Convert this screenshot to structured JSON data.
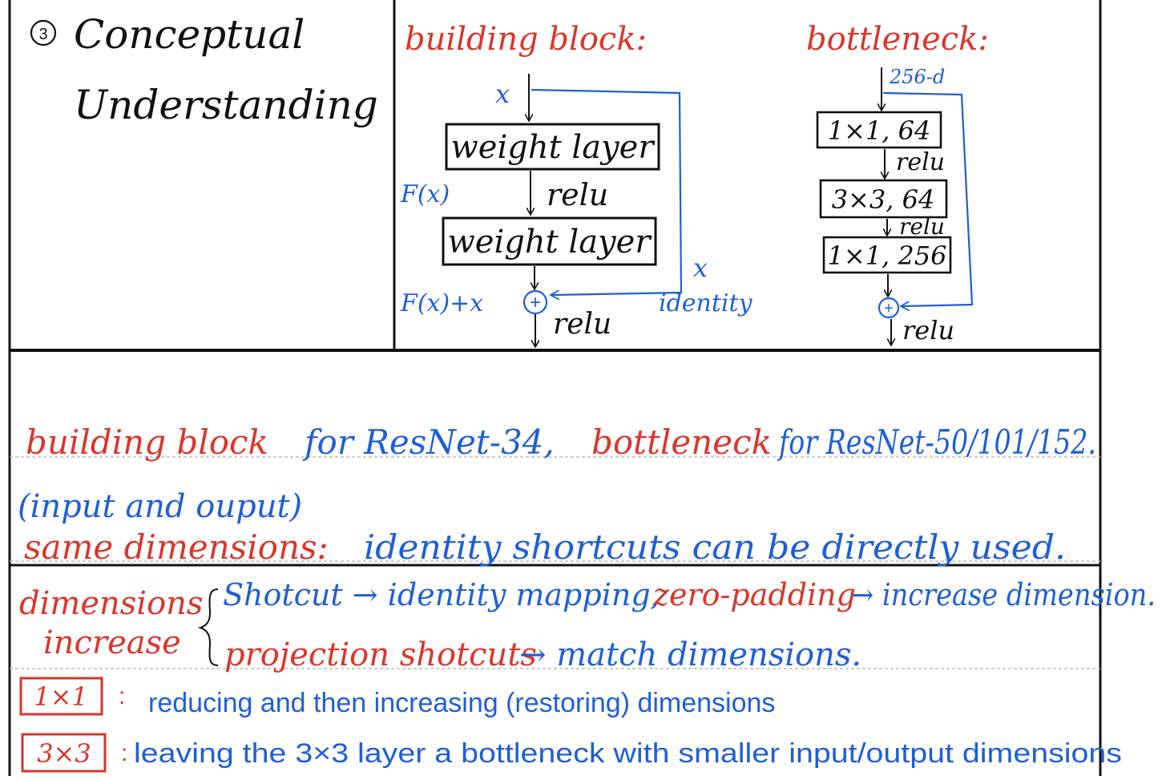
{
  "colors": {
    "ink": "#111111",
    "red": "#d9362b",
    "blue": "#1f5fd6",
    "rule": "#bbbbbb"
  },
  "header": {
    "number": "3",
    "title_line1": "Conceptual",
    "title_line2": "Understanding"
  },
  "building_block": {
    "title": "building block:",
    "input": "x",
    "layer1": "weight layer",
    "relu_mid": "relu",
    "layer2": "weight layer",
    "fx": "F(x)",
    "fx_plus_x": "F(x)+x",
    "shortcut_x": "x",
    "identity": "identity",
    "plus": "+",
    "relu_out": "relu"
  },
  "bottleneck": {
    "title": "bottleneck:",
    "input_dim": "256-d",
    "layer1": "1×1, 64",
    "relu1": "relu",
    "layer2": "3×3, 64",
    "relu2": "relu",
    "layer3": "1×1, 256",
    "plus": "+",
    "relu_out": "relu"
  },
  "notes": {
    "line1_red1": "building block",
    "line1_blue1": "for ResNet-34,",
    "line1_red2": "bottleneck",
    "line1_blue2": "for ResNet-50/101/152.",
    "line2_blue": "(input and ouput)",
    "line3_red": "same dimensions:",
    "line3_blue": "identity shortcuts can be directly used.",
    "inc_label1": "dimensions",
    "inc_label2": "increase",
    "inc_a_blue1": "Shotcut → identity mapping,",
    "inc_a_red": "zero-padding",
    "inc_a_blue2": "→ increase dimension.",
    "inc_b_red": "projection shotcuts",
    "inc_b_blue": "→ match dimensions.",
    "box1_label": "1×1",
    "box1_colon": ":",
    "box1_text": "reducing and then increasing (restoring) dimensions",
    "box2_label": "3×3",
    "box2_colon": ":",
    "box2_text": "leaving the 3×3 layer a bottleneck with smaller input/output dimensions"
  }
}
